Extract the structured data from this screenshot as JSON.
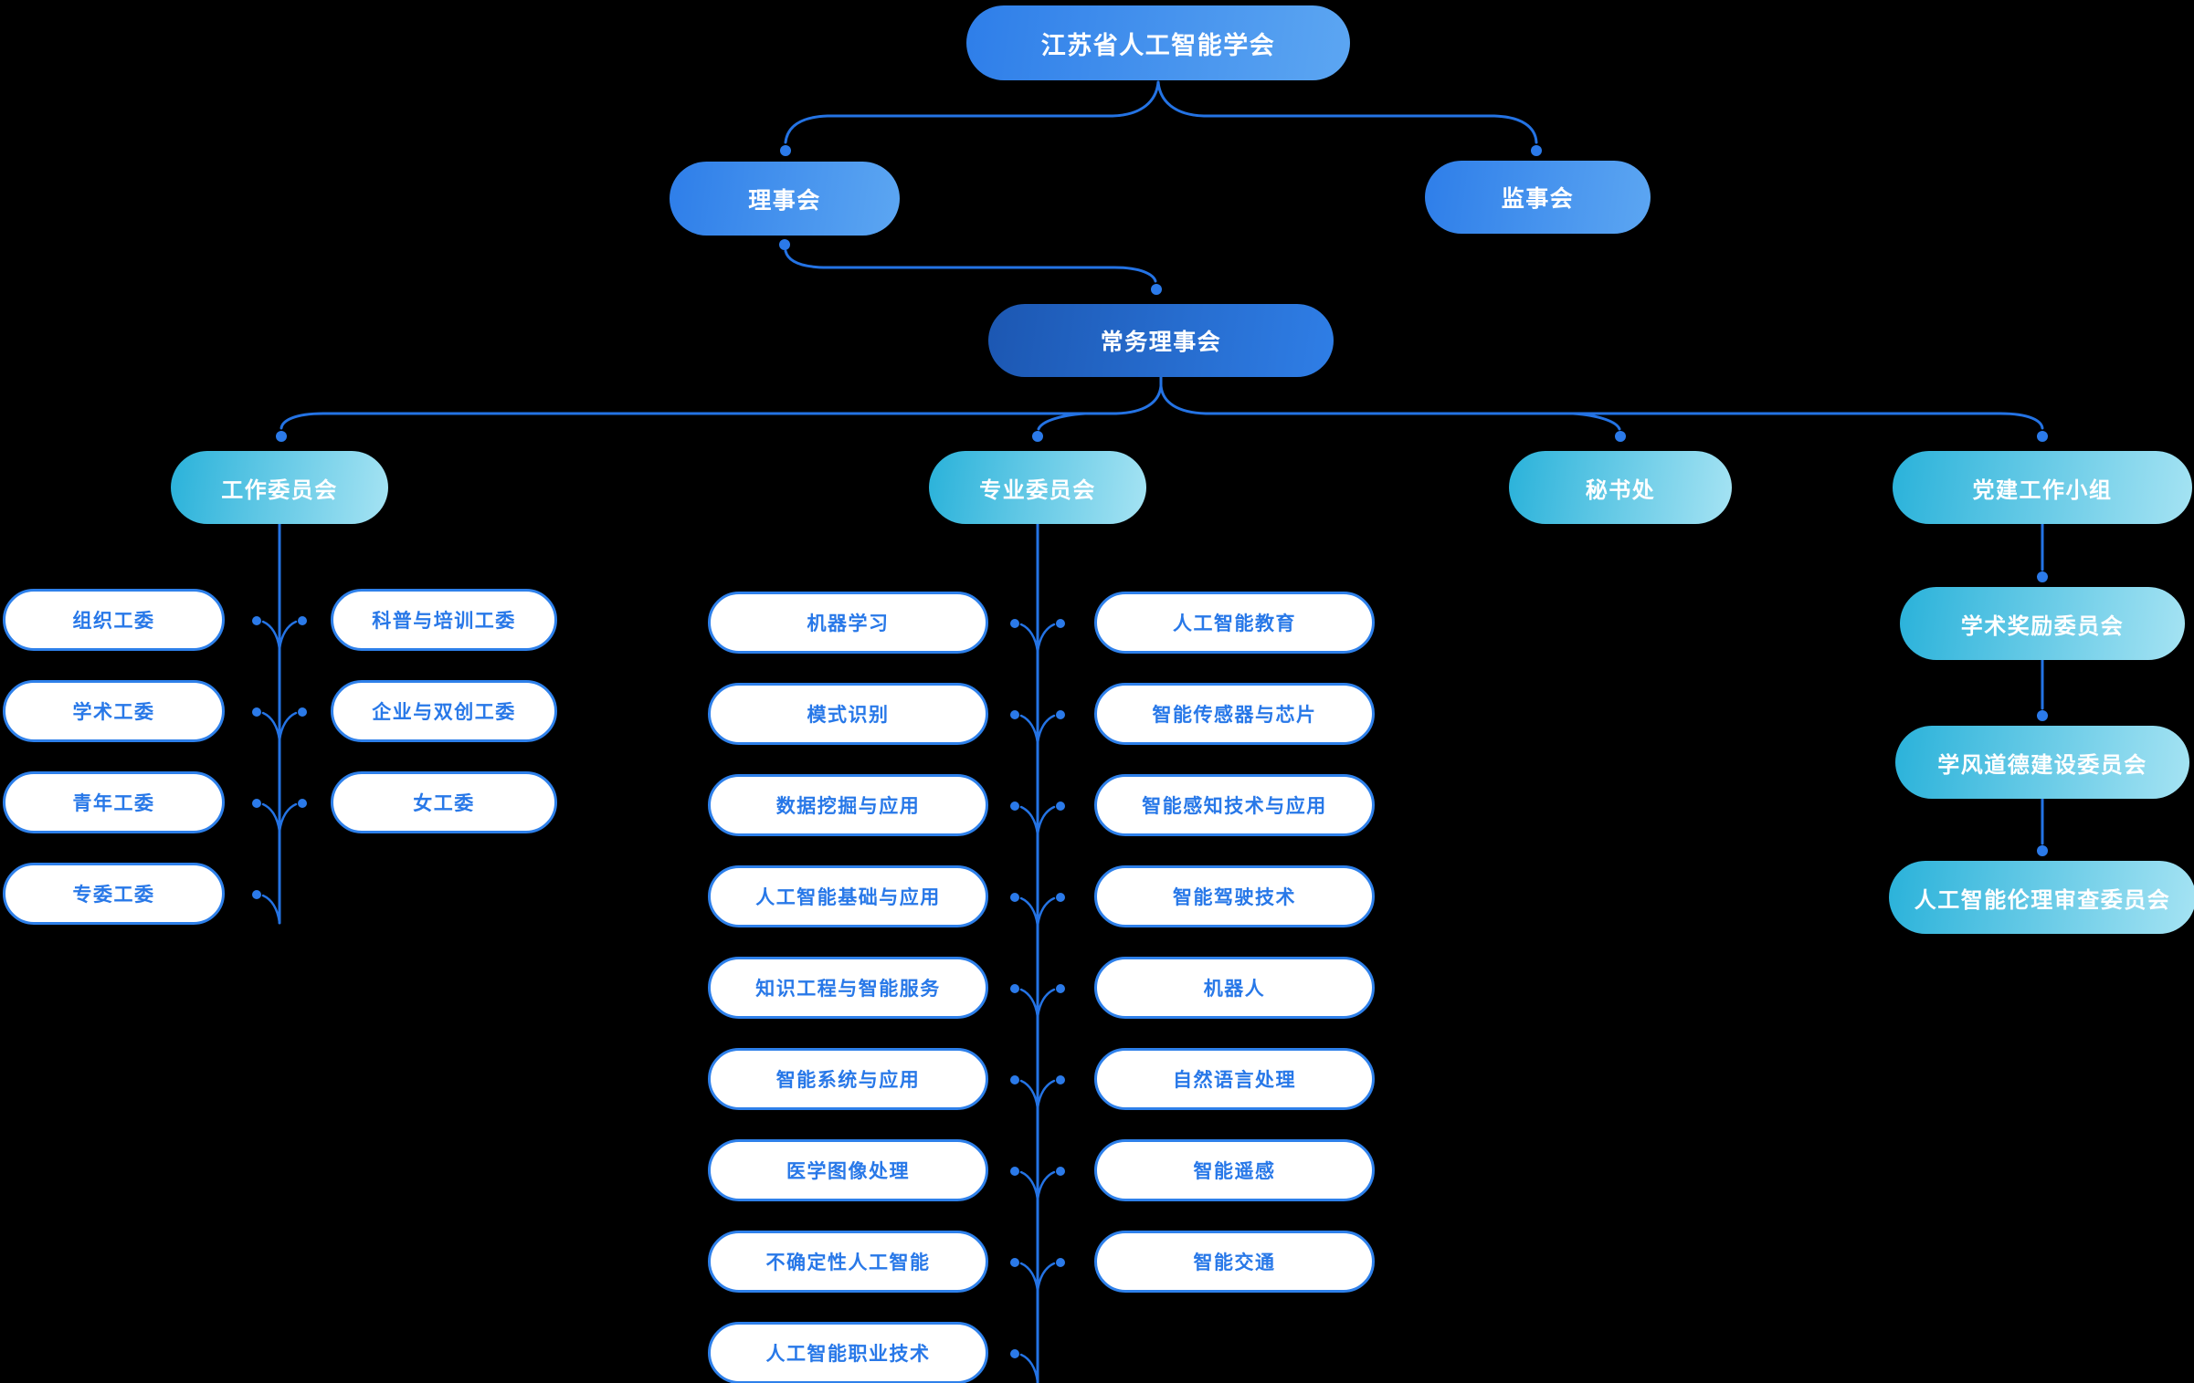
{
  "root": "江苏省人工智能学会",
  "level2": [
    "理事会",
    "监事会"
  ],
  "level3": "常务理事会",
  "level4": [
    "工作委员会",
    "专业委员会",
    "秘书处",
    "党建工作小组"
  ],
  "work_left": [
    "组织工委",
    "学术工委",
    "青年工委",
    "专委工委"
  ],
  "work_right": [
    "科普与培训工委",
    "企业与双创工委",
    "女工委"
  ],
  "prof_left": [
    "机器学习",
    "模式识别",
    "数据挖掘与应用",
    "人工智能基础与应用",
    "知识工程与智能服务",
    "智能系统与应用",
    "医学图像处理",
    "不确定性人工智能",
    "人工智能职业技术"
  ],
  "prof_right": [
    "人工智能教育",
    "智能传感器与芯片",
    "智能感知技术与应用",
    "智能驾驶技术",
    "机器人",
    "自然语言处理",
    "智能遥感",
    "智能交通"
  ],
  "party": [
    "学术奖励委员会",
    "学风道德建设委员会",
    "人工智能伦理审查委员会"
  ],
  "colors": {
    "background": "#000000",
    "line": "#2473E4",
    "dot": "#2B7AE9",
    "gradient_blue": [
      "#2E7EE9",
      "#5CA6F2"
    ],
    "gradient_dark": [
      "#1C57B2",
      "#2F7EE6"
    ],
    "gradient_cyan": [
      "#2AB2DA",
      "#A5E3F3"
    ],
    "leaf_border": "#2E80EA",
    "leaf_text": "#2878E8"
  }
}
